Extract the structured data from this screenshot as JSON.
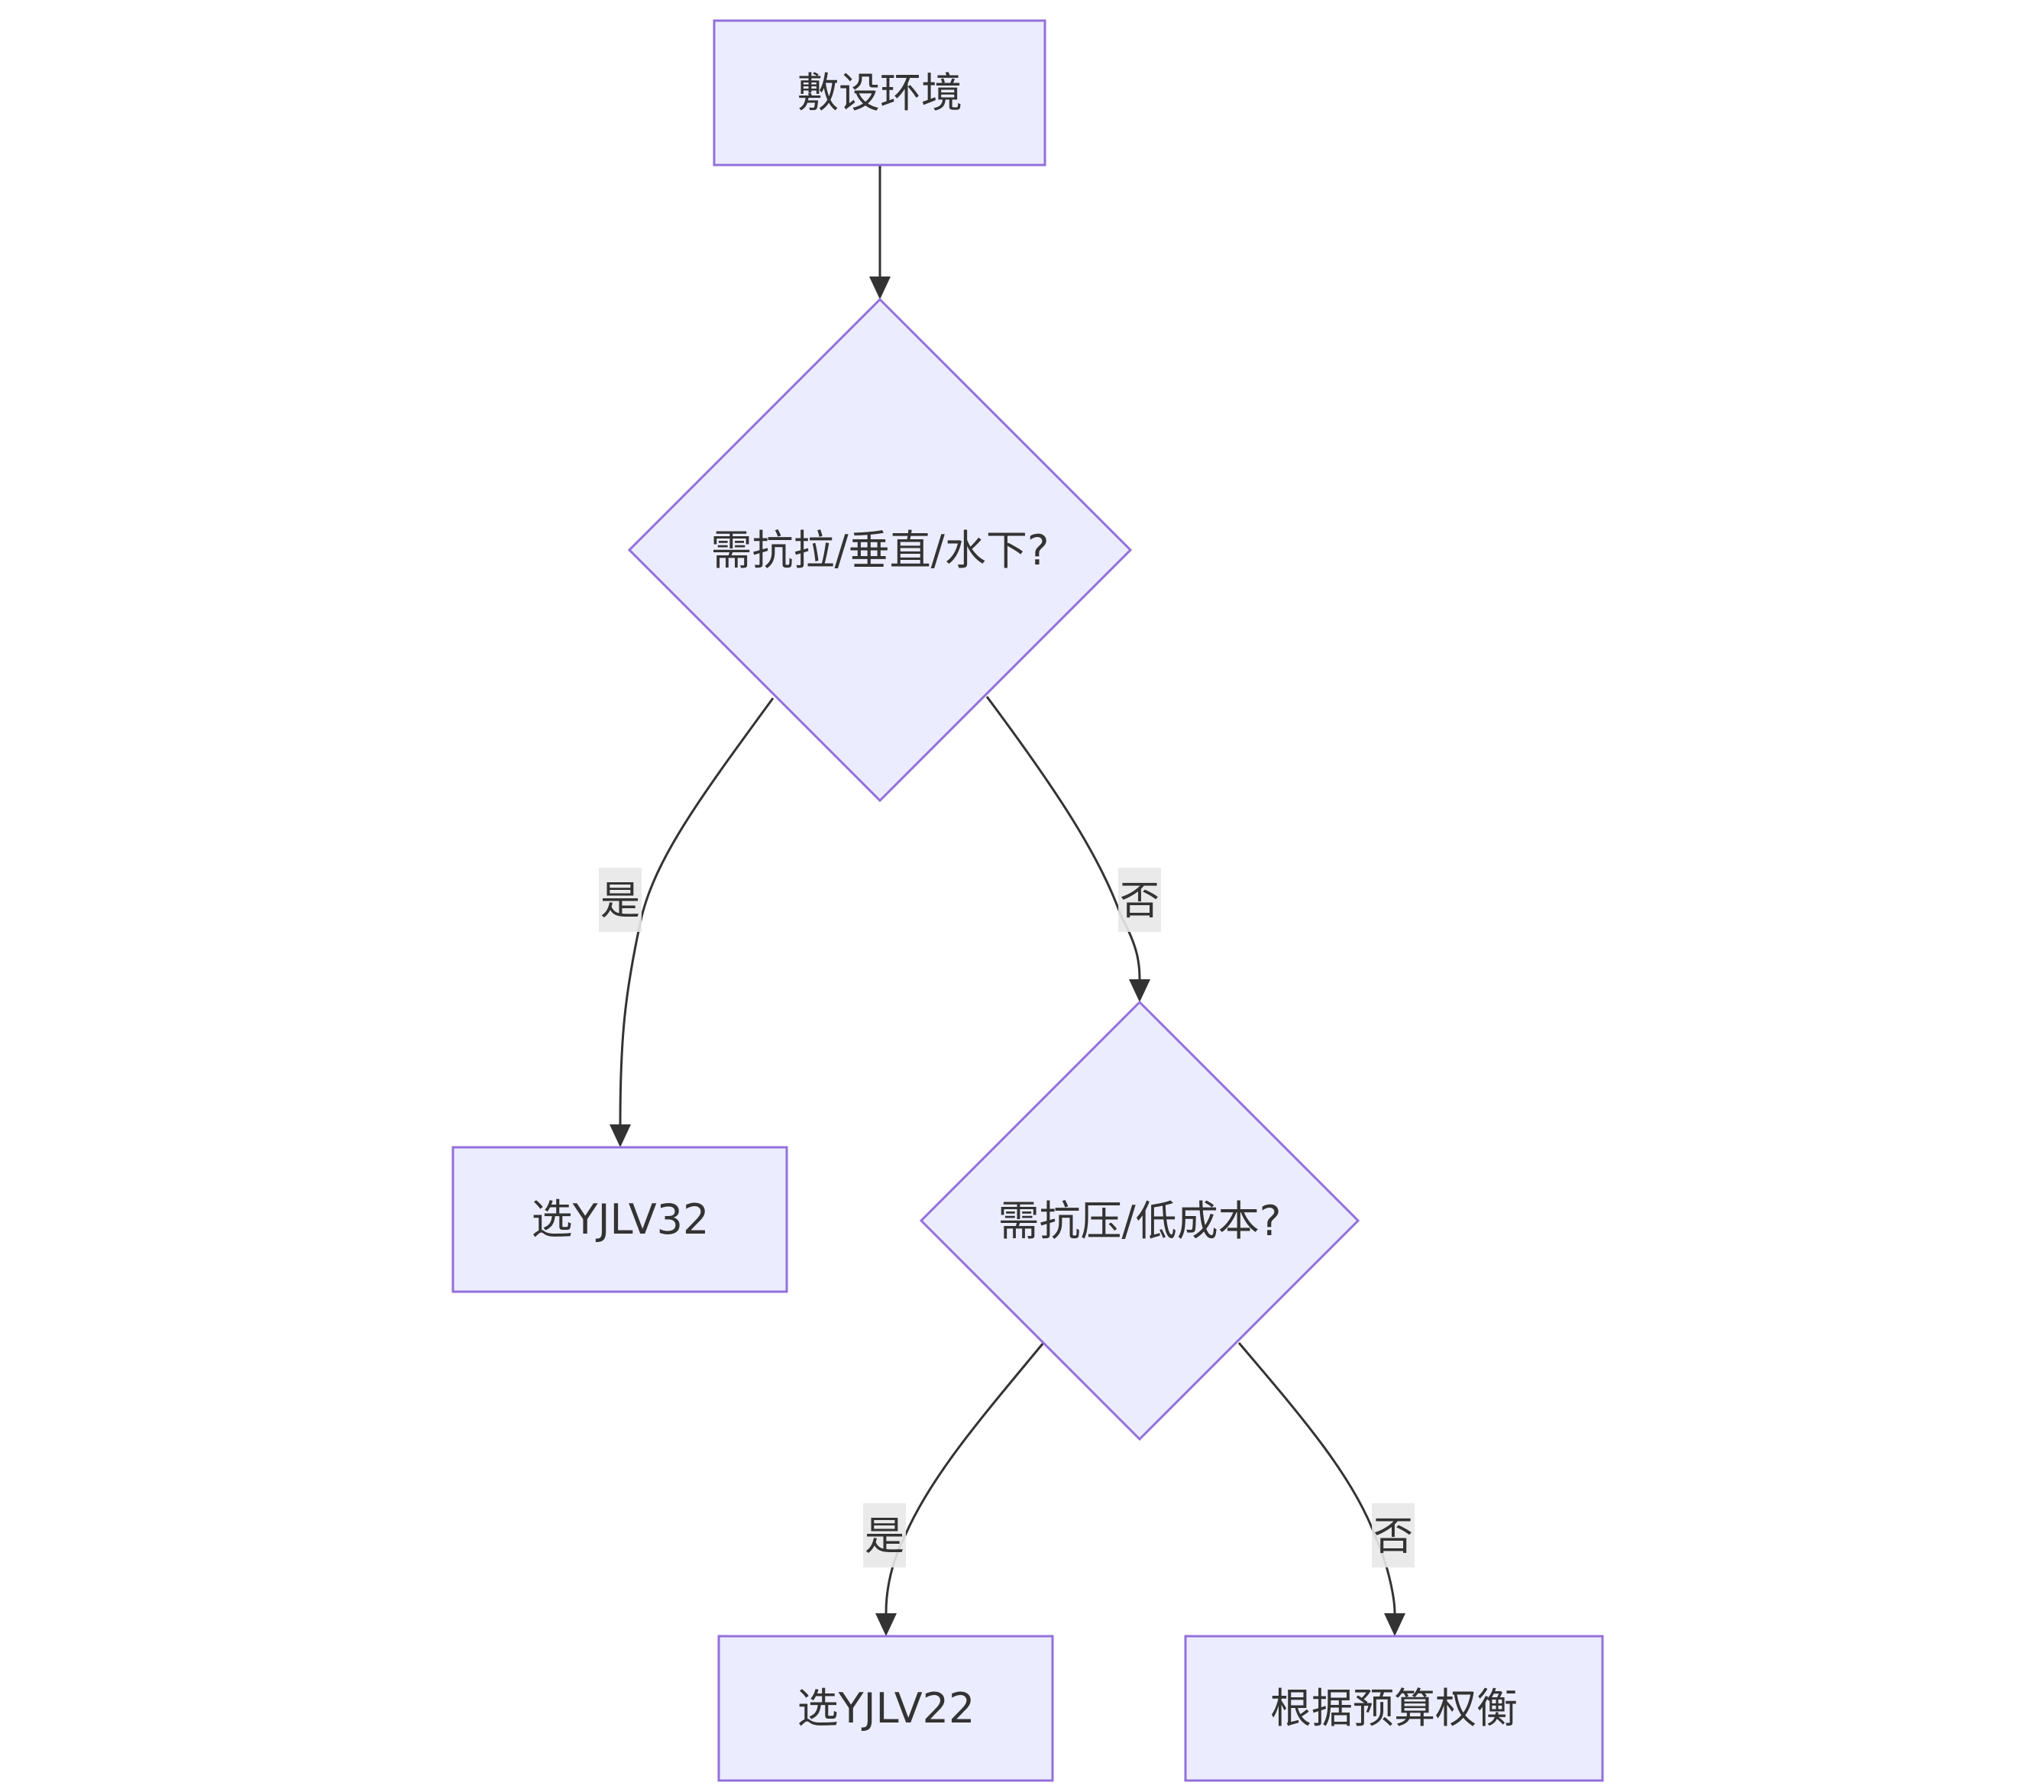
{
  "nodes": {
    "env": "敷设环境",
    "q1": "需抗拉/垂直/水下?",
    "yjlv32": "选YJLV32",
    "q2": "需抗压/低成本?",
    "yjlv22": "选YJLV22",
    "budget": "根据预算权衡"
  },
  "edges": {
    "q1_yes": "是",
    "q1_no": "否",
    "q2_yes": "是",
    "q2_no": "否"
  },
  "colors": {
    "node_fill": "#ECECFF",
    "node_stroke": "#9370DB",
    "edge": "#333333",
    "label_bg": "#E8E8E8"
  }
}
